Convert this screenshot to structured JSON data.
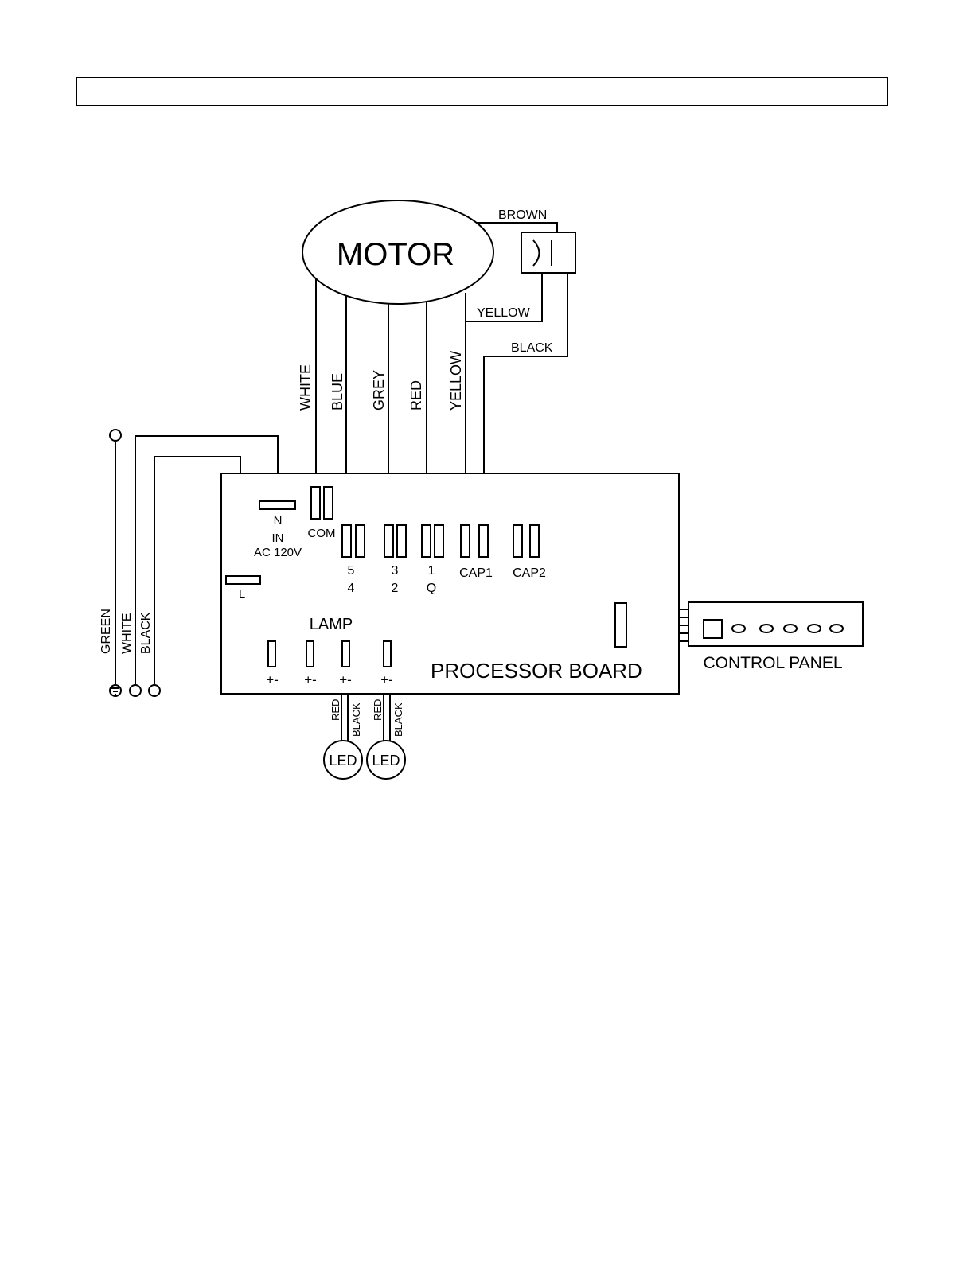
{
  "header": {
    "title": ""
  },
  "motor": {
    "label": "MOTOR"
  },
  "motor_wires": {
    "white": "WHITE",
    "blue": "BLUE",
    "grey": "GREY",
    "red": "RED",
    "yellow": "YELLOW"
  },
  "capacitor_wires": {
    "brown": "BROWN",
    "yellow": "YELLOW",
    "black": "BLACK"
  },
  "supply_wires": {
    "green": "GREEN",
    "white": "WHITE",
    "black": "BLACK"
  },
  "board": {
    "label": "PROCESSOR BOARD",
    "n": "N",
    "in": "IN",
    "ac": "AC 120V",
    "l": "L",
    "com": "COM",
    "p5": "5",
    "p4": "4",
    "p3": "3",
    "p2": "2",
    "p1": "1",
    "pq": "Q",
    "cap1": "CAP1",
    "cap2": "CAP2",
    "lamp": "LAMP",
    "pol": "+-"
  },
  "led": {
    "label": "LED",
    "red": "RED",
    "black": "BLACK"
  },
  "control_panel": {
    "label": "CONTROL PANEL"
  }
}
